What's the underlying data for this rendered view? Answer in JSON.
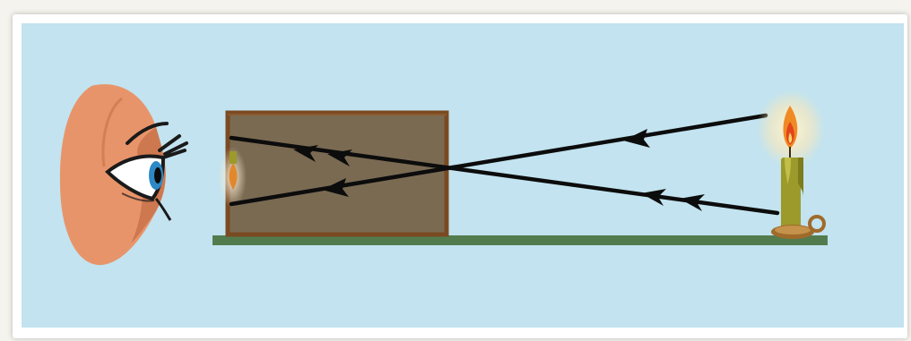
{
  "diagram": {
    "subject": "pinhole camera",
    "objects": [
      "eye-icon",
      "pinhole-box",
      "candle-icon",
      "table-surface"
    ],
    "colors": {
      "sky": "#c2e3ef",
      "box_fill": "#7a6a52",
      "box_border": "#7b4a22",
      "table": "#537c4e",
      "rays": "#0c0c0c",
      "skin": "#e8946a",
      "candle": "#9c9a2a",
      "flame": "#f08a24"
    },
    "image_orientation": "inverted"
  }
}
